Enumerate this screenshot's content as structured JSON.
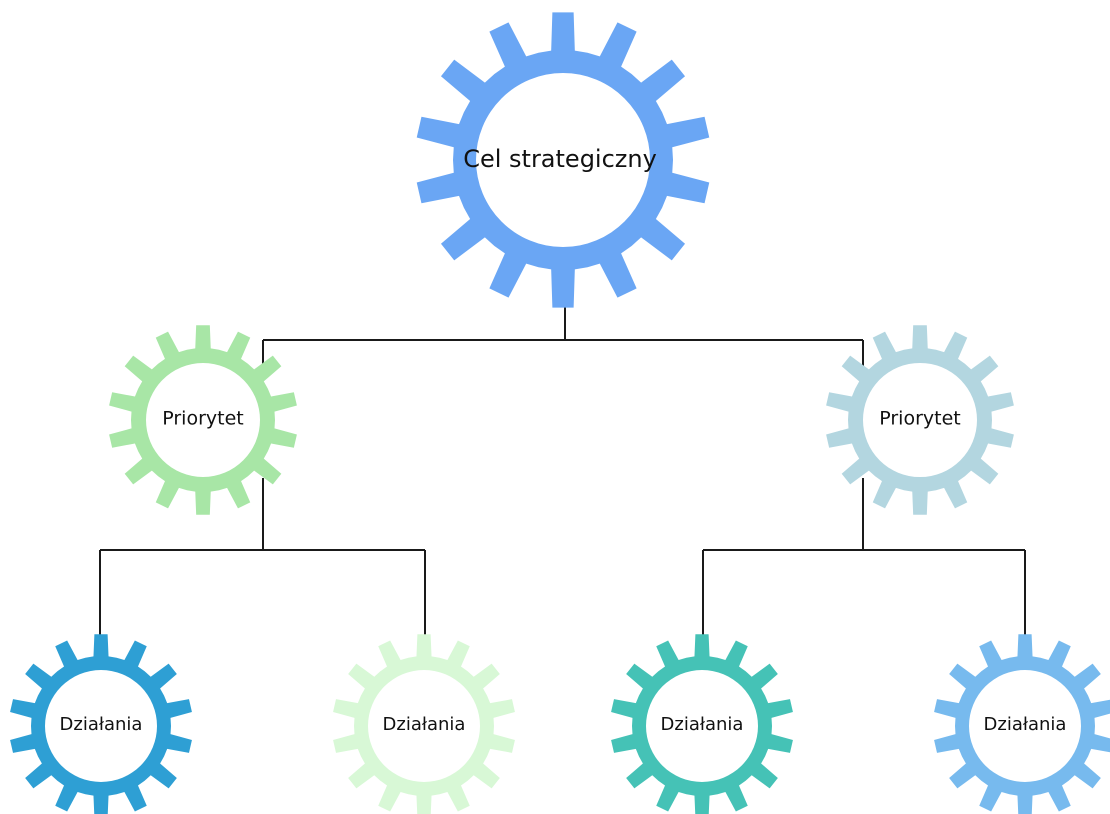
{
  "root": {
    "label": "Cel strategiczny",
    "color": "#6aa6f4"
  },
  "priorities": [
    {
      "label": "Priorytet",
      "color": "#a8e6a6",
      "actions": [
        {
          "label": "Działania",
          "color": "#2e9fd4"
        },
        {
          "label": "Działania",
          "color": "#d8f8d6"
        }
      ]
    },
    {
      "label": "Priorytet",
      "color": "#b3d6e0",
      "actions": [
        {
          "label": "Działania",
          "color": "#45c2b6"
        },
        {
          "label": "Działania",
          "color": "#77baee"
        }
      ]
    }
  ]
}
